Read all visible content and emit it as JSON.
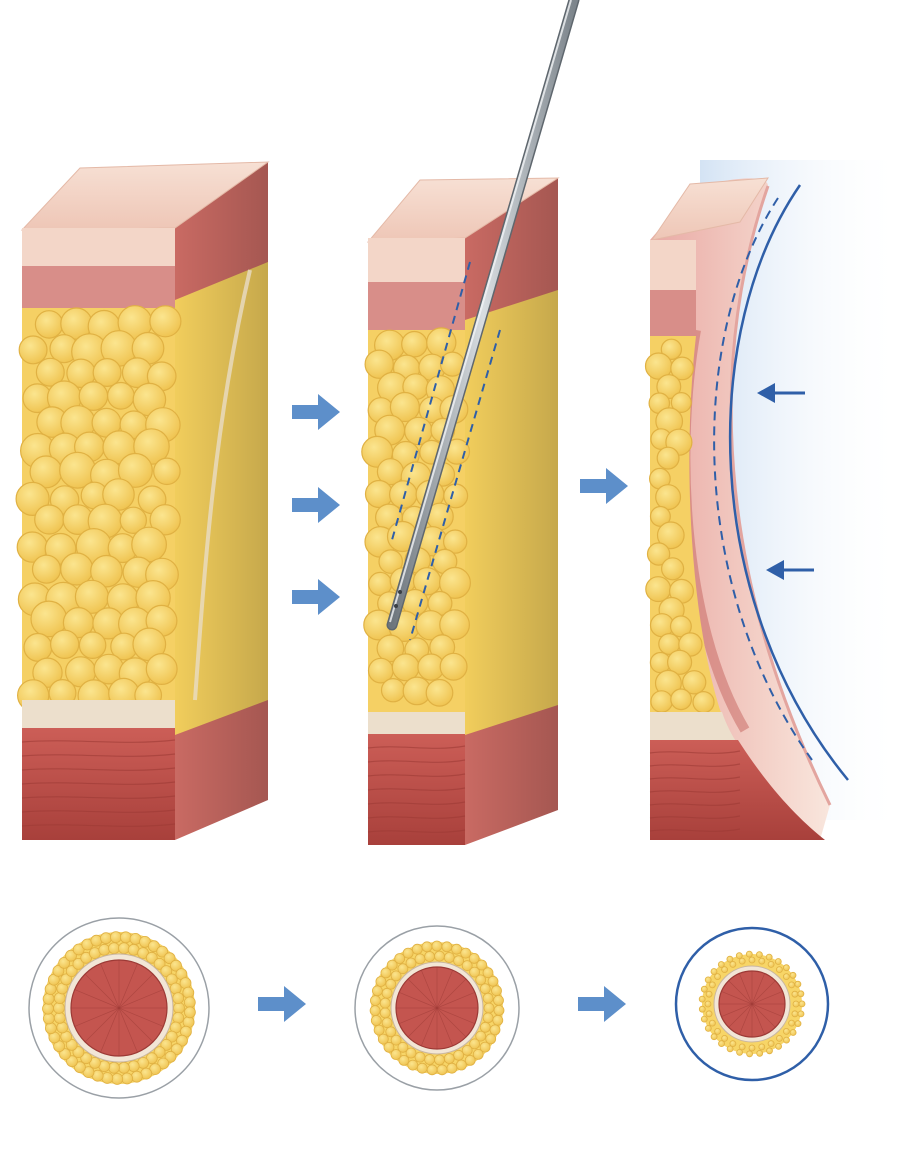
{
  "figure": {
    "stages": [
      {
        "name": "original-tissue-block"
      },
      {
        "name": "cannula-tissue-block"
      },
      {
        "name": "compressed-tissue-block"
      }
    ],
    "cross_sections": [
      {
        "name": "cross-section-before"
      },
      {
        "name": "cross-section-during"
      },
      {
        "name": "cross-section-after"
      }
    ],
    "colors": {
      "epidermis": "#f2d3c5",
      "dermis": "#d98b86",
      "fat_fill": "#f7d567",
      "fat_edge": "#e0b143",
      "fascia": "#eadcc8",
      "muscle": "#c4554f",
      "muscle_dark": "#9c3a36",
      "arrow": "#4f86c6",
      "compression": "#2f5fa8",
      "cannula": "#9aa2a8"
    },
    "icons": {
      "process_arrow": "right-arrow-icon",
      "pressure_arrow": "left-arrow-icon"
    }
  }
}
